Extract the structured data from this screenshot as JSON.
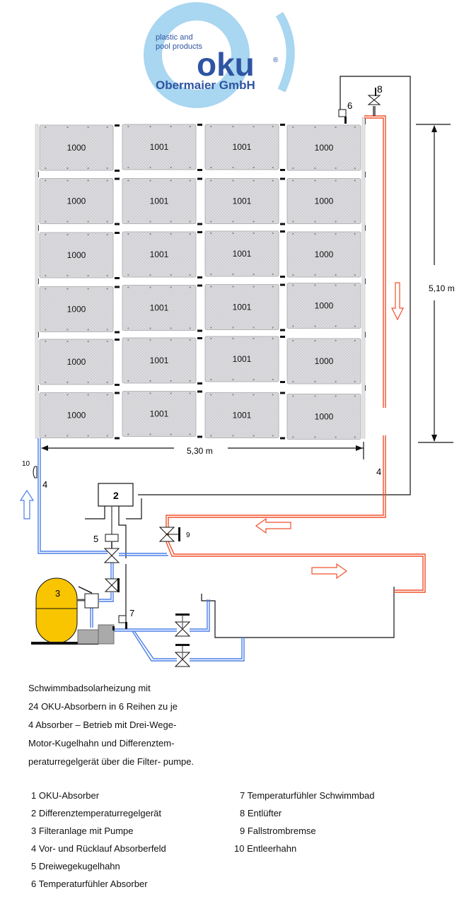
{
  "logo": {
    "tagline_line1": "plastic and",
    "tagline_line2": "pool products",
    "brand": "oku",
    "registered": "®",
    "company": "Obermaier GmbH",
    "colors": {
      "dark_blue": "#2e54a3",
      "light_blue": "#a9d6f0"
    }
  },
  "absorber_field": {
    "rows": [
      [
        "1000",
        "1001",
        "1001",
        "1000"
      ],
      [
        "1000",
        "1001",
        "1001",
        "1000"
      ],
      [
        "1000",
        "1001",
        "1001",
        "1000"
      ],
      [
        "1000",
        "1001",
        "1001",
        "1000"
      ],
      [
        "1000",
        "1001",
        "1001",
        "1000"
      ],
      [
        "1000",
        "1001",
        "1001",
        "1000"
      ]
    ],
    "width_label": "5,30 m",
    "height_label": "5,10 m"
  },
  "callouts": {
    "controller": "2",
    "filter": "3",
    "supply_left": "4",
    "return_right": "4",
    "three_way_valve": "5",
    "sensor_absorber": "6",
    "sensor_pool": "7",
    "air_vent": "8",
    "downflow_brake": "9",
    "drain_valve": "10"
  },
  "colors": {
    "hot_pipe": "#f0502a",
    "cold_pipe": "#4a7ee8",
    "absorber_fill": "#d7d7da",
    "filter_tank": "#f9c500",
    "pump": "#aaaaaa"
  },
  "description": [
    "Schwimmbadsolarheizung mit",
    "24 OKU-Absorbern in 6 Reihen zu je",
    "4 Absorber – Betrieb mit Drei-Wege-",
    "Motor-Kugelhahn und Differenztem-",
    "peraturregelgerät über die Filter- pumpe."
  ],
  "legend_left": [
    "1 OKU-Absorber",
    "2 Differenztemperaturregelgerät",
    "3 Filteranlage mit Pumpe",
    "4 Vor- und Rücklauf Absorberfeld",
    "5 Dreiwegekugelhahn",
    "6 Temperaturfühler Absorber"
  ],
  "legend_right": [
    "7 Temperaturfühler Schwimmbad",
    "8 Entlüfter",
    "9 Fallstrombremse",
    "10 Entleerhahn"
  ]
}
